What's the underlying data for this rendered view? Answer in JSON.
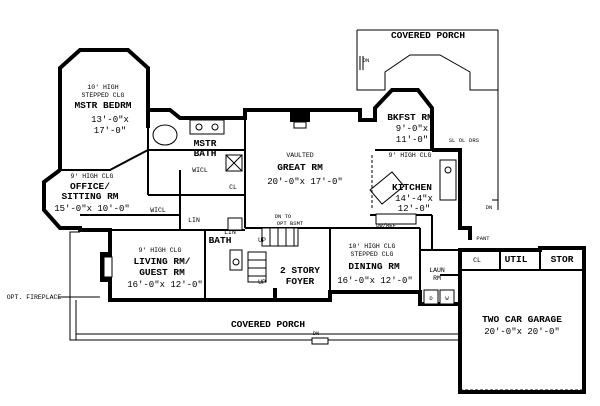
{
  "plan": {
    "covered_porch_rear": "COVERED PORCH",
    "covered_porch_front": "COVERED PORCH",
    "mstr_bedrm": {
      "note1": "10' HIGH",
      "note2": "STEPPED CLG",
      "name": "MSTR BEDRM",
      "dim1": "13'-0\"x",
      "dim2": "17'-0\""
    },
    "mstr_bath": {
      "name1": "MSTR",
      "name2": "BATH"
    },
    "wicl_1": "WICL",
    "wicl_2": "WICL",
    "cl_master": "CL",
    "office": {
      "note": "9' HIGH CLG",
      "name1": "OFFICE/",
      "name2": "SITTING RM",
      "dim": "15'-0\"x 10'-0\""
    },
    "lin_1": "LIN",
    "lin_2": "LIN",
    "bath": "BATH",
    "great_rm": {
      "note": "VAULTED",
      "name": "GREAT RM",
      "dim": "20'-0\"x 17'-0\""
    },
    "dn_to_bsmt": {
      "line1": "DN TO",
      "line2": "OPT BSMT"
    },
    "up_1": "UP",
    "up_2": "UP",
    "foyer": {
      "name1": "2 STORY",
      "name2": "FOYER"
    },
    "living": {
      "note": "9' HIGH CLG",
      "name1": "LIVING RM/",
      "name2": "GUEST RM",
      "dim": "16'-0\"x 12'-0\""
    },
    "opt_fireplace": "OPT. FIREPLACE",
    "dining": {
      "note1": "10' HIGH CLG",
      "note2": "STEPPED CLG",
      "name": "DINING RM",
      "dim": "16'-0\"x 12'-0\""
    },
    "bkfst": {
      "name": "BKFST RM",
      "dim1": "9'-0\"x",
      "dim2": "11'-0\""
    },
    "kitchen": {
      "note": "9' HIGH CLG",
      "name": "KITCHEN",
      "dim1": "14'-4\"x",
      "dim2": "12'-0\""
    },
    "shelves": [
      "SL",
      "OL",
      "DRS"
    ],
    "dw_ref": "DW/REF",
    "pant": "PANT",
    "cl_laun": "CL",
    "laun": {
      "line1": "LAUN",
      "line2": "RM"
    },
    "laun_d": "D",
    "laun_w": "W",
    "util": "UTIL",
    "stor": "STOR",
    "garage": {
      "name": "TWO CAR GARAGE",
      "dim": "20'-0\"x 20'-0\""
    },
    "dn_labels": [
      "DN",
      "DN",
      "DN"
    ]
  }
}
